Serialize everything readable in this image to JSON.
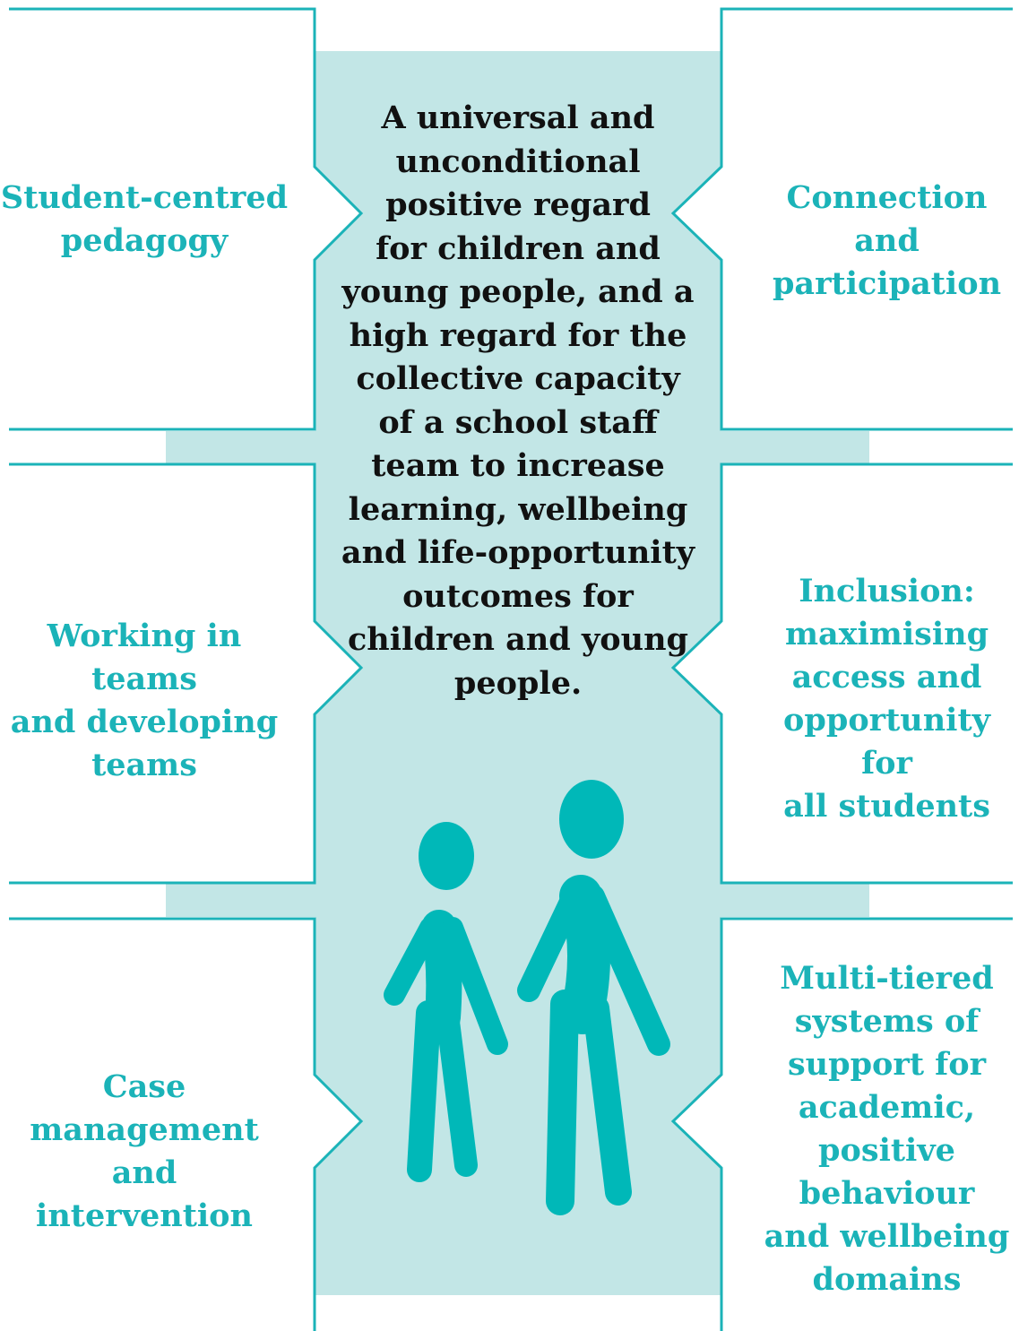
{
  "colors": {
    "accent": "#1bb3b8",
    "panel": "#c2e6e6",
    "figure": "#00b8b8",
    "text": "#111111"
  },
  "diagram": {
    "center_statement": "A universal and\nunconditional\npositive regard\nfor children and\nyoung people, and a\nhigh regard for the\ncollective capacity\nof a school staff\nteam to increase\nlearning, wellbeing\nand life-opportunity\noutcomes for\nchildren and young\npeople.",
    "left_labels": [
      "Student-centred\npedagogy",
      "Working in teams\nand developing\nteams",
      "Case\nmanagement\nand intervention"
    ],
    "right_labels": [
      "Connection and\nparticipation",
      "Inclusion:\nmaximising\naccess and\nopportunity for\nall students",
      "Multi-tiered\nsystems of\nsupport for\nacademic,\npositive\nbehaviour\nand wellbeing\ndomains"
    ],
    "illustration": "two-people-figures"
  }
}
